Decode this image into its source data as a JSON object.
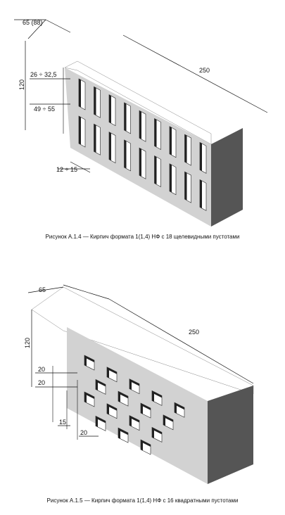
{
  "figure1": {
    "caption": "Рисунок А.1.4 — Кирпич формата 1(1,4) НФ с 18 щелевидными пустотами",
    "dims": {
      "width_top": "65 (88)",
      "length": "250",
      "height": "120",
      "void_height_a": "26 ÷ 32,5",
      "void_height_b": "49 ÷ 55",
      "void_width": "12 ÷ 15"
    },
    "voids": 18
  },
  "figure2": {
    "caption": "Рисунок А.1.5 — Кирпич формата 1(1,4) НФ с 16 квадратными пустотами",
    "dims": {
      "width_top": "65",
      "length": "250",
      "height": "120",
      "void_a": "20",
      "void_b": "20",
      "void_c": "15",
      "void_d": "20"
    },
    "voids": 16
  },
  "colors": {
    "face": "#d2d2d2",
    "side": "#555555",
    "top": "#ffffff",
    "line": "#111111"
  }
}
